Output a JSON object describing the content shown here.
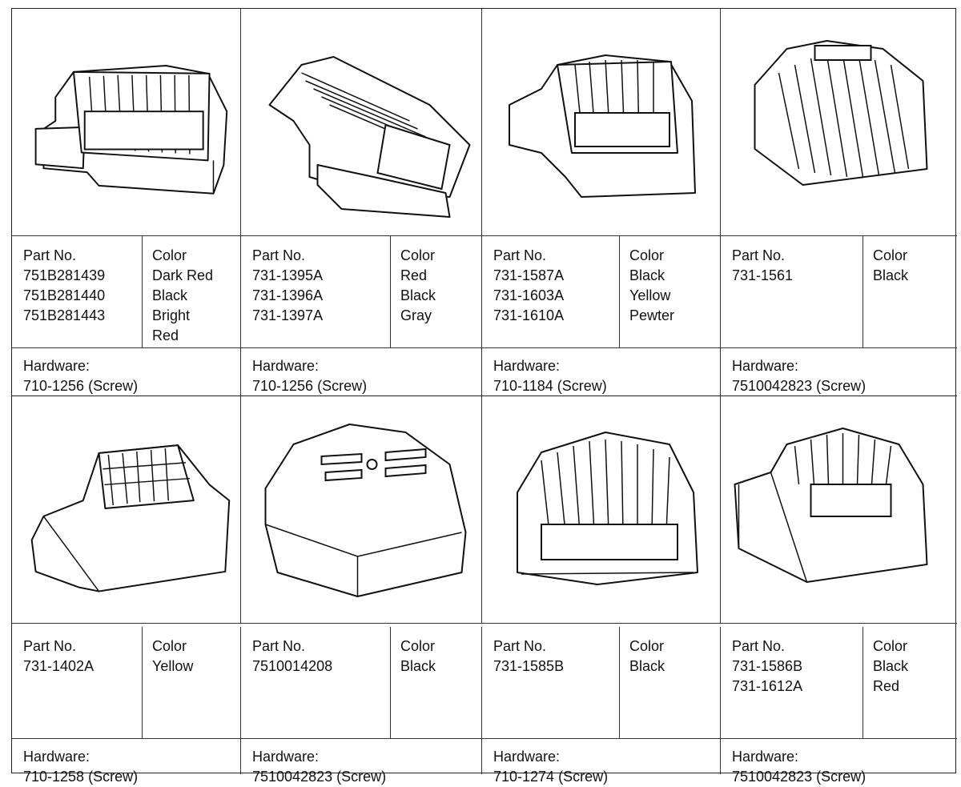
{
  "rows": [
    {
      "cells": [
        {
          "part_label": "Part No.",
          "parts": [
            "751B281439",
            "751B281440",
            "751B281443"
          ],
          "color_label": "Color",
          "colors": [
            "Dark Red",
            "Black",
            "Bright",
            "Red"
          ],
          "hw_label": "Hardware:",
          "hw": "710-1256 (Screw)"
        },
        {
          "part_label": "Part No.",
          "parts": [
            "731-1395A",
            "731-1396A",
            "731-1397A"
          ],
          "color_label": "Color",
          "colors": [
            "Red",
            "Black",
            "Gray"
          ],
          "hw_label": "Hardware:",
          "hw": "710-1256 (Screw)"
        },
        {
          "part_label": "Part No.",
          "parts": [
            "731-1587A",
            "731-1603A",
            "731-1610A"
          ],
          "color_label": "Color",
          "colors": [
            "Black",
            "Yellow",
            "Pewter"
          ],
          "hw_label": "Hardware:",
          "hw": "710-1184 (Screw)"
        },
        {
          "part_label": "Part No.",
          "parts": [
            "731-1561"
          ],
          "color_label": "Color",
          "colors": [
            "Black"
          ],
          "hw_label": "Hardware:",
          "hw": "7510042823 (Screw)"
        }
      ]
    },
    {
      "cells": [
        {
          "part_label": "Part No.",
          "parts": [
            "731-1402A"
          ],
          "color_label": "Color",
          "colors": [
            "Yellow"
          ],
          "hw_label": "Hardware:",
          "hw": "710-1258 (Screw)"
        },
        {
          "part_label": "Part No.",
          "parts": [
            "7510014208"
          ],
          "color_label": "Color",
          "colors": [
            "Black"
          ],
          "hw_label": "Hardware:",
          "hw": "7510042823 (Screw)"
        },
        {
          "part_label": "Part No.",
          "parts": [
            "731-1585B"
          ],
          "color_label": "Color",
          "colors": [
            "Black"
          ],
          "hw_label": "Hardware:",
          "hw": "710-1274 (Screw)"
        },
        {
          "part_label": "Part No.",
          "parts": [
            "731-1586B",
            "731-1612A"
          ],
          "color_label": "Color",
          "colors": [
            "Black",
            "Red"
          ],
          "hw_label": "Hardware:",
          "hw": "7510042823 (Screw)"
        }
      ]
    }
  ]
}
